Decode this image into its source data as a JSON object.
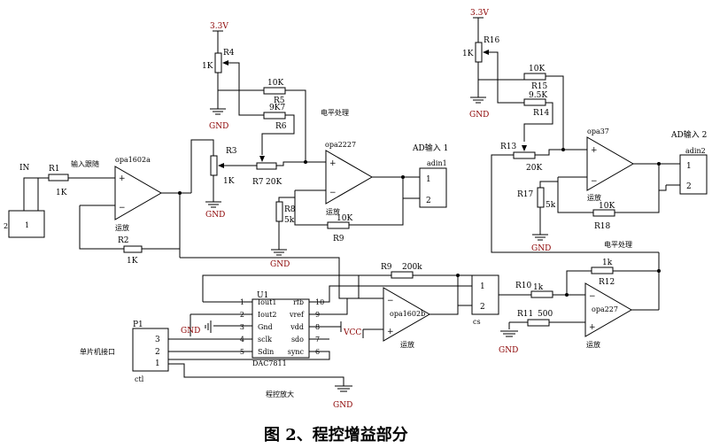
{
  "caption": "图 2、程控增益部分",
  "power": {
    "v33": "3.3V",
    "gnd": "GND",
    "vcc": "VCC"
  },
  "connectors": {
    "in": {
      "ref": "IN",
      "pin1": "1",
      "pin2": "2"
    },
    "adin1": {
      "title": "AD输入 1",
      "ref": "adin1",
      "pin1": "1",
      "pin2": "2"
    },
    "adin2": {
      "title": "AD输入 2",
      "ref": "adin2",
      "pin1": "1",
      "pin2": "2"
    },
    "cs": {
      "ref": "cs",
      "pin1": "1",
      "pin2": "2"
    },
    "p1": {
      "ref": "P1",
      "name": "ctl",
      "pin1": "1",
      "pin2": "2",
      "pin3": "3",
      "label": "单片机接口"
    }
  },
  "resistors": {
    "r1": {
      "ref": "R1",
      "value": "1K"
    },
    "r2": {
      "ref": "R2",
      "value": "1K"
    },
    "r3": {
      "ref": "R3",
      "value": "1K"
    },
    "r4": {
      "ref": "R4",
      "value": "1K"
    },
    "r5": {
      "ref": "R5",
      "value": "10K"
    },
    "r6": {
      "ref": "R6",
      "value": "9K7"
    },
    "r7": {
      "ref": "R7",
      "value": "20K"
    },
    "r8": {
      "ref": "R8",
      "value": "5k"
    },
    "r9a": {
      "ref": "R9",
      "value": "10K"
    },
    "r9b": {
      "ref": "R9",
      "value": "200k"
    },
    "r10": {
      "ref": "R10",
      "value": "1k"
    },
    "r11": {
      "ref": "R11",
      "value": "500"
    },
    "r12": {
      "ref": "R12",
      "value": "1k"
    },
    "r13": {
      "ref": "R13",
      "value": "20K"
    },
    "r14": {
      "ref": "R14",
      "value": "9.5K"
    },
    "r15": {
      "ref": "R15",
      "value": "10K"
    },
    "r16": {
      "ref": "R16",
      "value": "1K"
    },
    "r17": {
      "ref": "R17",
      "value": "5k"
    },
    "r18": {
      "ref": "R18",
      "value": "10K"
    }
  },
  "opamps": {
    "a1": {
      "name": "opa1602a",
      "label": "运放",
      "note": "输入跟随"
    },
    "a2": {
      "name": "opa2227",
      "label": "运放",
      "note": "电平处理"
    },
    "a3": {
      "name": "opa37",
      "label": "运放"
    },
    "a4": {
      "name": "opa1602b",
      "label": "运放"
    },
    "a5": {
      "name": "opa227",
      "label": "运放",
      "note": "电平处理"
    }
  },
  "dac": {
    "ref": "U1",
    "part": "DAC7811",
    "note": "程控放大",
    "left_pins": [
      {
        "num": "1",
        "name": "Iout1"
      },
      {
        "num": "2",
        "name": "Iout2"
      },
      {
        "num": "3",
        "name": "Gnd"
      },
      {
        "num": "4",
        "name": "sclk"
      },
      {
        "num": "5",
        "name": "Sdin"
      }
    ],
    "right_pins": [
      {
        "num": "10",
        "name": "rfb"
      },
      {
        "num": "9",
        "name": "vref"
      },
      {
        "num": "8",
        "name": "vdd"
      },
      {
        "num": "7",
        "name": "sdo"
      },
      {
        "num": "6",
        "name": "sync"
      }
    ]
  },
  "opamp_signs": {
    "plus": "+",
    "minus": "−"
  }
}
